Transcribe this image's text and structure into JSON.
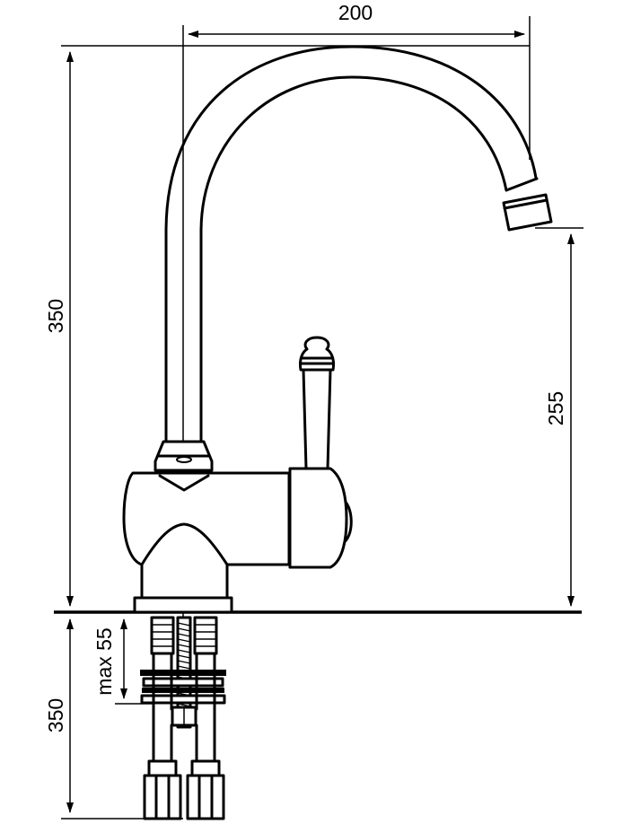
{
  "dimensions": {
    "spout_reach": "200",
    "total_height": "350",
    "spout_height": "255",
    "hose_length": "350",
    "max_thickness": "max 55"
  }
}
